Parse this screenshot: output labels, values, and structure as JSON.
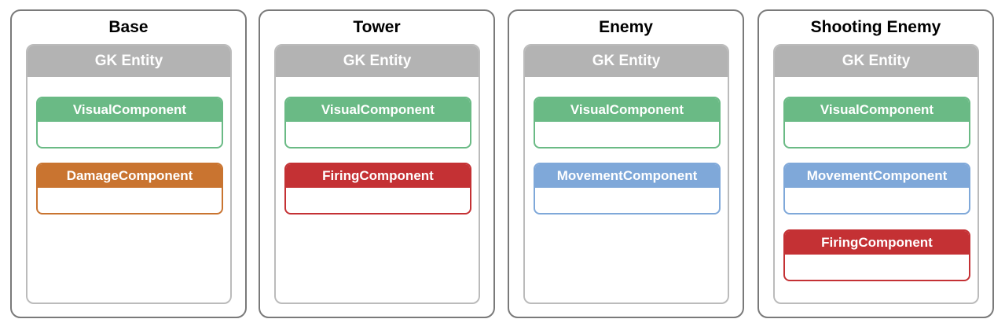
{
  "colors": {
    "panel_border": "#7a7a7a",
    "entity_header": "#b3b3b3",
    "entity_border": "#bbbbbb",
    "visual": "#6aba85",
    "damage": "#c97430",
    "firing": "#c43134",
    "movement": "#7fa8d9"
  },
  "panels": [
    {
      "title": "Base",
      "entity_label": "GK Entity",
      "components": [
        {
          "label": "VisualComponent",
          "color": "#6aba85"
        },
        {
          "label": "DamageComponent",
          "color": "#c97430"
        }
      ]
    },
    {
      "title": "Tower",
      "entity_label": "GK Entity",
      "components": [
        {
          "label": "VisualComponent",
          "color": "#6aba85"
        },
        {
          "label": "FiringComponent",
          "color": "#c43134"
        }
      ]
    },
    {
      "title": "Enemy",
      "entity_label": "GK Entity",
      "components": [
        {
          "label": "VisualComponent",
          "color": "#6aba85"
        },
        {
          "label": "MovementComponent",
          "color": "#7fa8d9"
        }
      ]
    },
    {
      "title": "Shooting Enemy",
      "entity_label": "GK Entity",
      "components": [
        {
          "label": "VisualComponent",
          "color": "#6aba85"
        },
        {
          "label": "MovementComponent",
          "color": "#7fa8d9"
        },
        {
          "label": "FiringComponent",
          "color": "#c43134"
        }
      ]
    }
  ]
}
